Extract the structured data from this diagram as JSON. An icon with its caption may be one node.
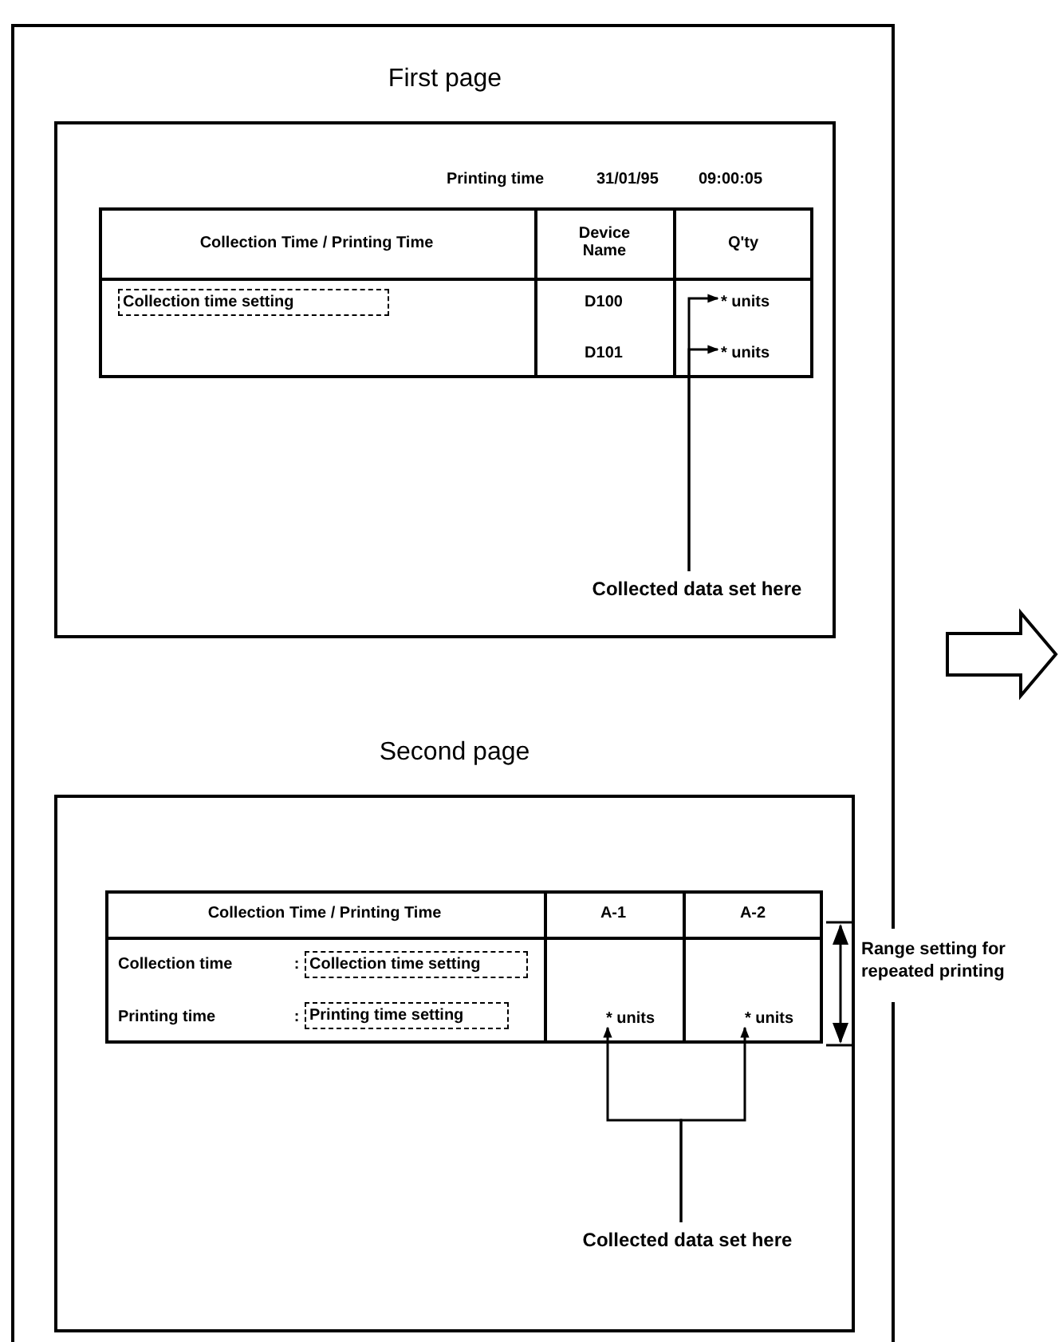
{
  "diagram": {
    "nodes": [
      {
        "text": [
          "First page"
        ]
      },
      {
        "text": [
          "Collection time setting"
        ],
        "in": 0
      },
      {
        "text": [
          "* units"
        ],
        "in": 0
      },
      {
        "text": [
          "* units"
        ],
        "in": 0
      },
      {
        "text": [
          "Collected data set here"
        ],
        "in": 0
      },
      {
        "text": [
          "Second page"
        ]
      },
      {
        "text": [
          "Collection time setting"
        ],
        "in": 5
      },
      {
        "text": [
          "Printing time setting"
        ],
        "in": 5
      },
      {
        "text": [
          "* units"
        ],
        "in": 5
      },
      {
        "text": [
          "* units"
        ],
        "in": 5
      },
      {
        "text": [
          "Collected data set here"
        ],
        "in": 5
      }
    ],
    "edges": [
      {
        "from": 4,
        "to": 2,
        "arrow": "to"
      },
      {
        "from": 4,
        "to": 3,
        "arrow": "to"
      },
      {
        "from": 10,
        "to": 8,
        "arrow": "to"
      },
      {
        "from": 10,
        "to": 9,
        "arrow": "to"
      }
    ],
    "labels": [
      "Printing time",
      "31/01/95",
      "09:00:05",
      "Collection Time / Printing Time",
      "Device Name",
      "Q'ty",
      "D100",
      "D101",
      "Collection Time / Printing Time",
      "A-1",
      "A-2",
      "Collection time",
      ":",
      "Printing time",
      ":",
      "Range setting for repeated printing"
    ]
  }
}
